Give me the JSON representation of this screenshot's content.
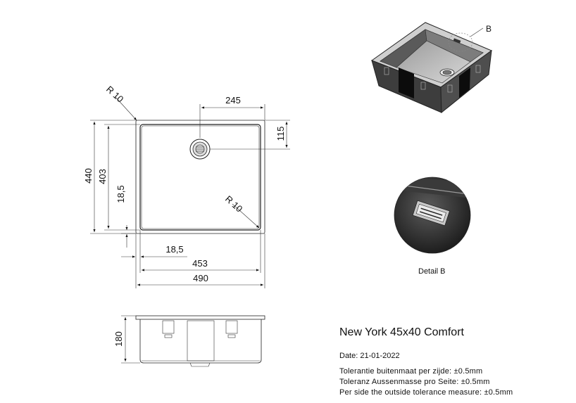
{
  "product": {
    "title": "New York 45x40 Comfort",
    "date": "Date: 21-01-2022",
    "tolerance_nl": "Tolerantie buitenmaat per zijde: ±0.5mm",
    "tolerance_de": "Toleranz Aussenmasse pro Seite: ±0.5mm",
    "tolerance_en": "Per side the outside tolerance measure: ±0.5mm"
  },
  "detail": {
    "label": "Detail B",
    "callout": "B"
  },
  "dimensions": {
    "radius_outer": "R 10",
    "radius_inner": "R 10",
    "drain_offset_x": "245",
    "drain_offset_y": "115",
    "outer_height": "440",
    "inner_height": "403",
    "rim_side": "18,5",
    "rim_bottom": "18,5",
    "inner_width": "453",
    "outer_width": "490",
    "depth": "180"
  }
}
